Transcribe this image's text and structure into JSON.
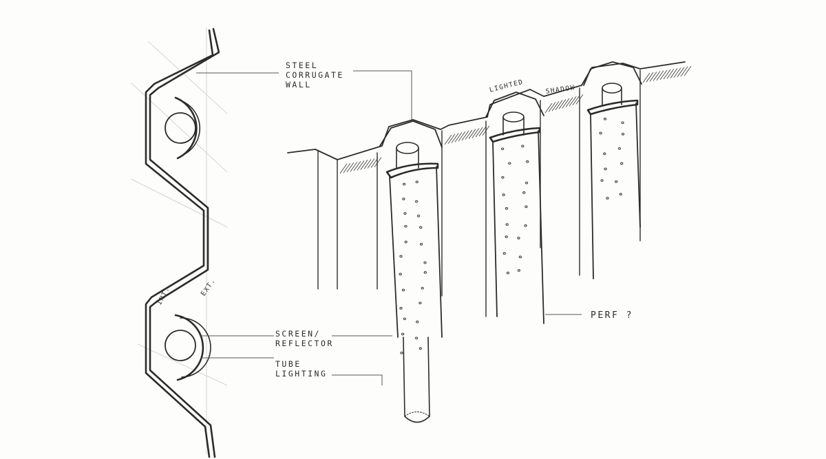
{
  "labels": {
    "steel_line1": "STEEL",
    "steel_line2": "CORRUGATE",
    "steel_line3": "WALL",
    "lighted": "LIGHTED",
    "shadow": "SHADOW",
    "int": "INT.",
    "ext": "EXT.",
    "screen_line1": "SCREEN/",
    "screen_line2": "REFLECTOR",
    "tube_line1": "TUBE",
    "tube_line2": "LIGHTING",
    "perf": "PERF ?"
  },
  "colors": {
    "ink": "#2b2b2b",
    "paper": "#fdfdfc"
  }
}
